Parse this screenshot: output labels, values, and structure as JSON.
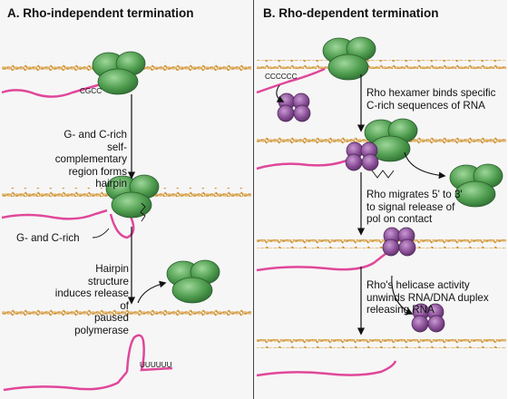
{
  "panelA": {
    "title": "A. Rho-independent termination",
    "cap1": [
      "G- and C-rich self-",
      "complementary",
      "region forms hairpin"
    ],
    "label_gc": "G- and C-rich",
    "cap2": [
      "Hairpin structure",
      "induces release of",
      "paused polymerase"
    ],
    "seq1": "CGCC",
    "seq2": "UUUUUU"
  },
  "panelB": {
    "title": "B. Rho-dependent termination",
    "seq": "CCCCCC",
    "cap1": [
      "Rho hexamer binds specific",
      "C-rich sequences of RNA"
    ],
    "cap2": [
      "Rho migrates 5' to 3'",
      "to signal release of",
      "pol on contact"
    ],
    "cap3": [
      "Rho's helicase activity",
      "unwinds RNA/DNA duplex",
      "releasing RNA"
    ]
  },
  "colors": {
    "dna": "#d9a04a",
    "rna": "#e0479a",
    "polymerase": "#4e9c4e",
    "rho": "#8a4f97"
  }
}
